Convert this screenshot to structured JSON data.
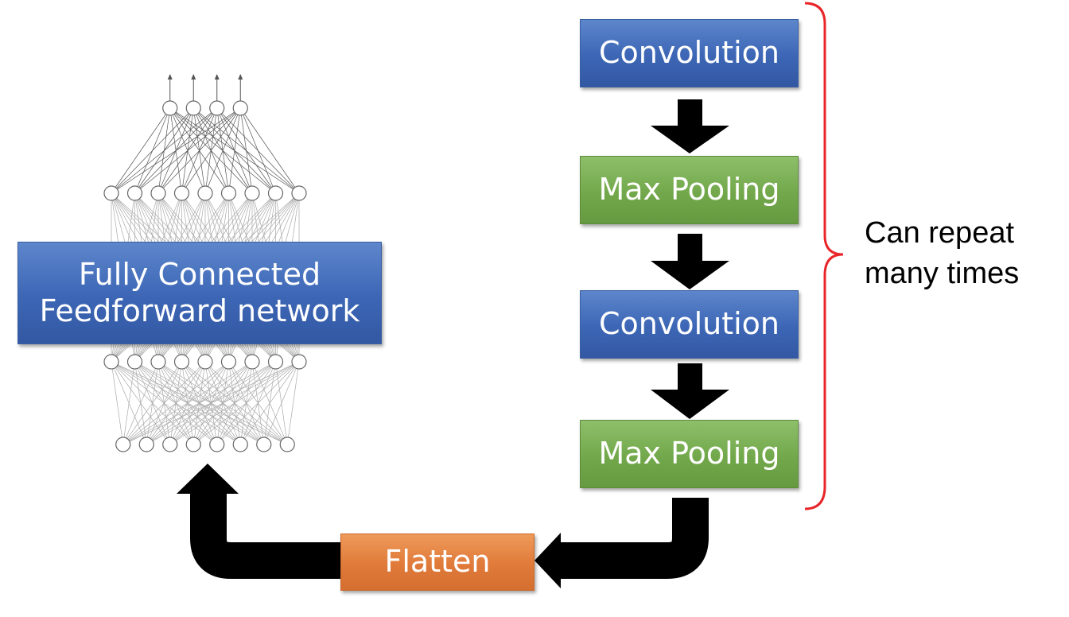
{
  "blocks": {
    "conv1": "Convolution",
    "pool1": "Max Pooling",
    "conv2": "Convolution",
    "pool2": "Max Pooling",
    "flatten": "Flatten",
    "fc_line1": "Fully Connected",
    "fc_line2": "Feedforward network"
  },
  "repeat_note": {
    "line1": "Can repeat",
    "line2": "many times"
  },
  "colors": {
    "convolution": "#4472c4",
    "pooling": "#70ad47",
    "flatten": "#ed7d31",
    "brace": "#e8262a",
    "arrows": "#000000"
  },
  "network_layers": [
    4,
    9,
    9,
    8
  ],
  "network_output_arrows": 4
}
